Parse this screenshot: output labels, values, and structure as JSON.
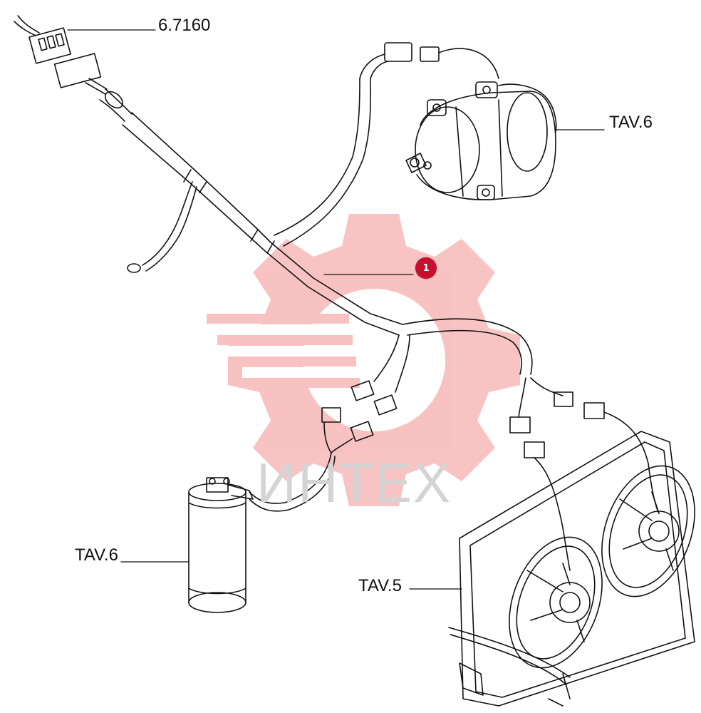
{
  "labels": {
    "connector_code": "6.7160",
    "compressor_ref": "TAV.6",
    "receiver_ref": "TAV.6",
    "fan_ref": "TAV.5"
  },
  "callouts": [
    {
      "number": "1"
    }
  ],
  "watermark": {
    "text": "ИНТЕХ",
    "color": "#f07a7a"
  },
  "colors": {
    "line_art": "#111111",
    "callout": "#c8102e"
  }
}
